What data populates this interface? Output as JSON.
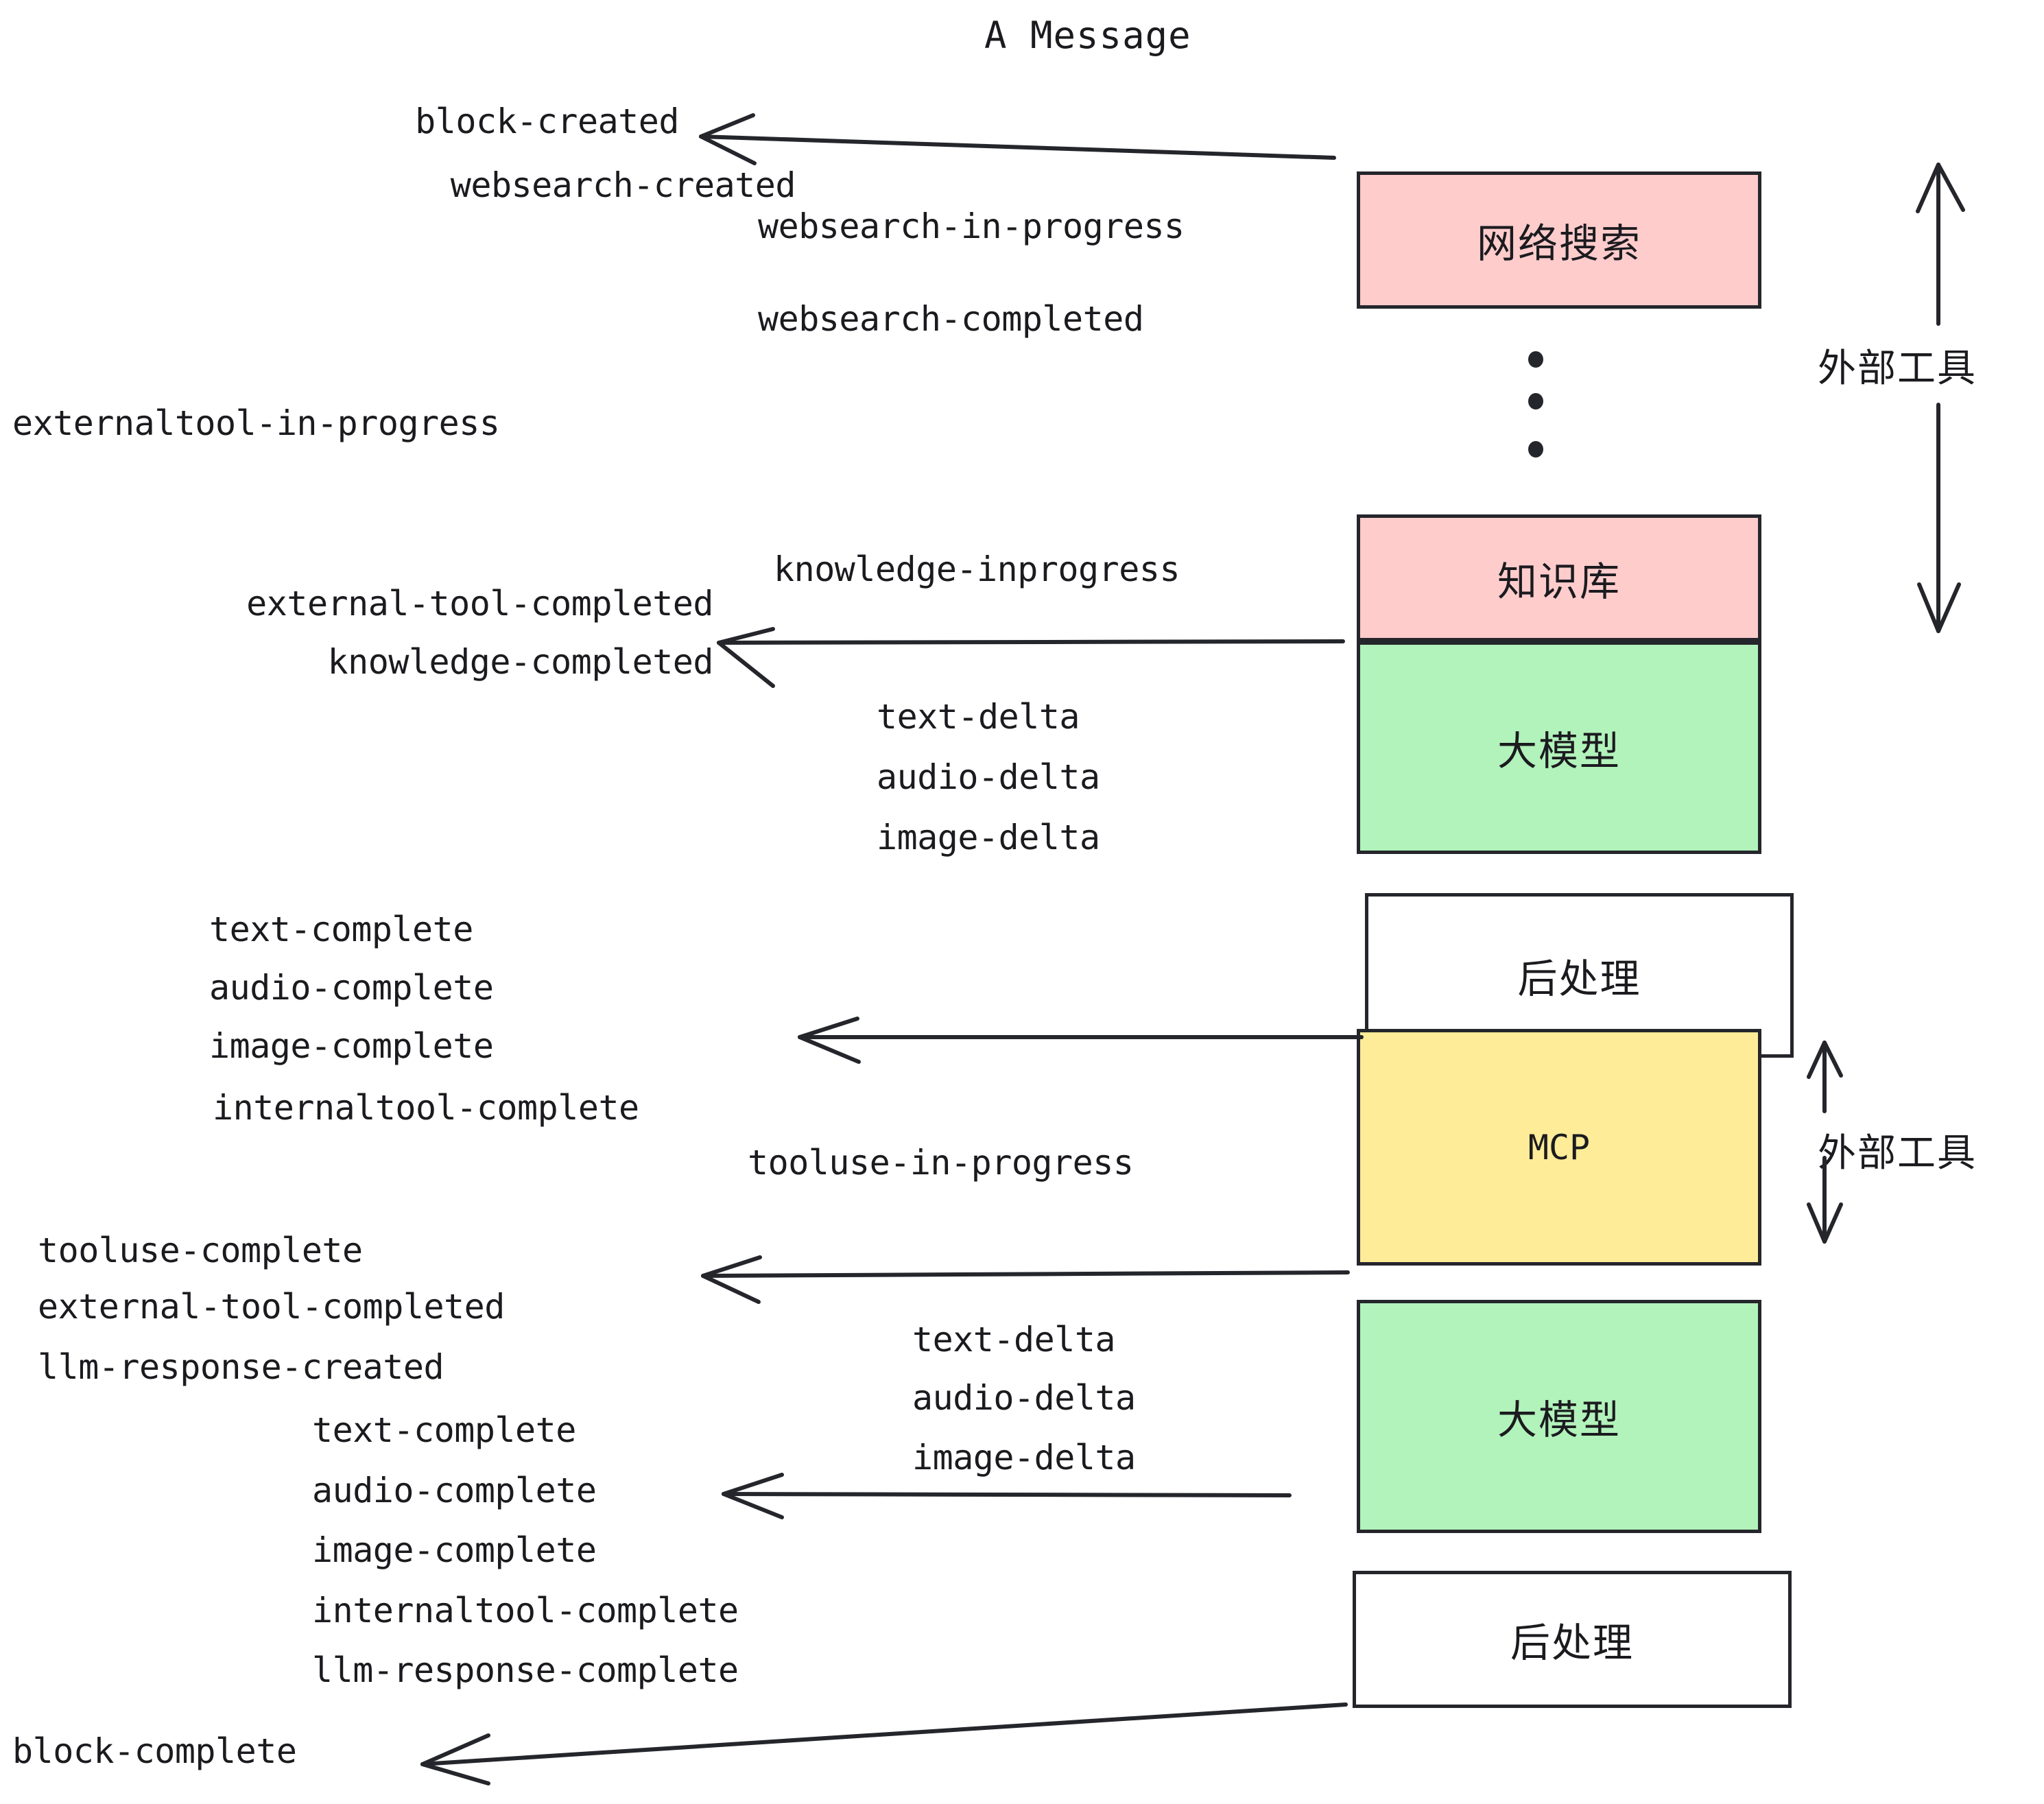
{
  "title": "A Message",
  "colors": {
    "stroke": "#25262b",
    "text": "#1b1b1f",
    "pink": "#ffcccc",
    "green": "#b2f2bb",
    "yellow": "#ffec99",
    "white": "#ffffff"
  },
  "boxes": [
    {
      "id": "websearch",
      "label": "网络搜索",
      "fill": "#ffcccc",
      "mono": false
    },
    {
      "id": "knowledge",
      "label": "知识库",
      "fill": "#ffcccc",
      "mono": false
    },
    {
      "id": "llm-top",
      "label": "大模型",
      "fill": "#b2f2bb",
      "mono": false
    },
    {
      "id": "postprocess-top",
      "label": "后处理",
      "fill": "#ffffff",
      "mono": false
    },
    {
      "id": "mcp",
      "label": "MCP",
      "fill": "#ffec99",
      "mono": true
    },
    {
      "id": "llm-bottom",
      "label": "大模型",
      "fill": "#b2f2bb",
      "mono": false
    },
    {
      "id": "postprocess-bottom",
      "label": "后处理",
      "fill": "#ffffff",
      "mono": false
    }
  ],
  "side_labels": [
    {
      "id": "external-tool-top",
      "label": "外部工具"
    },
    {
      "id": "external-tool-bottom",
      "label": "外部工具"
    }
  ],
  "events": [
    {
      "id": "block-created",
      "label": "block-created"
    },
    {
      "id": "websearch-created",
      "label": "websearch-created"
    },
    {
      "id": "websearch-in-progress",
      "label": "websearch-in-progress"
    },
    {
      "id": "websearch-completed",
      "label": "websearch-completed"
    },
    {
      "id": "externaltool-in-progress",
      "label": "externaltool-in-progress"
    },
    {
      "id": "knowledge-inprogress",
      "label": "knowledge-inprogress"
    },
    {
      "id": "external-tool-completed-1",
      "label": "external-tool-completed"
    },
    {
      "id": "knowledge-completed",
      "label": "knowledge-completed"
    },
    {
      "id": "text-delta-1",
      "label": "text-delta"
    },
    {
      "id": "audio-delta-1",
      "label": "audio-delta"
    },
    {
      "id": "image-delta-1",
      "label": "image-delta"
    },
    {
      "id": "text-complete-1",
      "label": "text-complete"
    },
    {
      "id": "audio-complete-1",
      "label": "audio-complete"
    },
    {
      "id": "image-complete-1",
      "label": "image-complete"
    },
    {
      "id": "internaltool-complete-1",
      "label": "internaltool-complete"
    },
    {
      "id": "tooluse-in-progress",
      "label": "tooluse-in-progress"
    },
    {
      "id": "tooluse-complete",
      "label": "tooluse-complete"
    },
    {
      "id": "external-tool-completed-2",
      "label": "external-tool-completed"
    },
    {
      "id": "llm-response-created",
      "label": "llm-response-created"
    },
    {
      "id": "text-delta-2",
      "label": "text-delta"
    },
    {
      "id": "audio-delta-2",
      "label": "audio-delta"
    },
    {
      "id": "image-delta-2",
      "label": "image-delta"
    },
    {
      "id": "text-complete-2",
      "label": "text-complete"
    },
    {
      "id": "audio-complete-2",
      "label": "audio-complete"
    },
    {
      "id": "image-complete-2",
      "label": "image-complete"
    },
    {
      "id": "internaltool-complete-2",
      "label": "internaltool-complete"
    },
    {
      "id": "llm-response-complete",
      "label": "llm-response-complete"
    },
    {
      "id": "block-complete",
      "label": "block-complete"
    }
  ]
}
